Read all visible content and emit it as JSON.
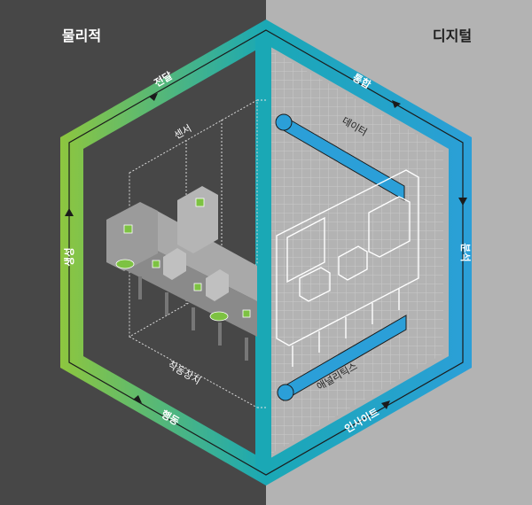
{
  "headings": {
    "physical": "물리적",
    "digital": "디지털"
  },
  "cycle_labels": {
    "transfer": "전달",
    "integrate": "통합",
    "analyze": "분석",
    "insight": "인사이트",
    "act": "행동",
    "create": "생성"
  },
  "inner_labels": {
    "sensor": "센서",
    "actuator": "작동장치",
    "data": "데이터",
    "analytics": "애널리틱스"
  },
  "colors": {
    "physical_bg": "#474747",
    "digital_bg": "#b3b3b3",
    "ring_green": "#7dc242",
    "ring_teal": "#1aa8b5",
    "ring_blue": "#2b9fd8",
    "accent_green": "#8dc63f"
  }
}
